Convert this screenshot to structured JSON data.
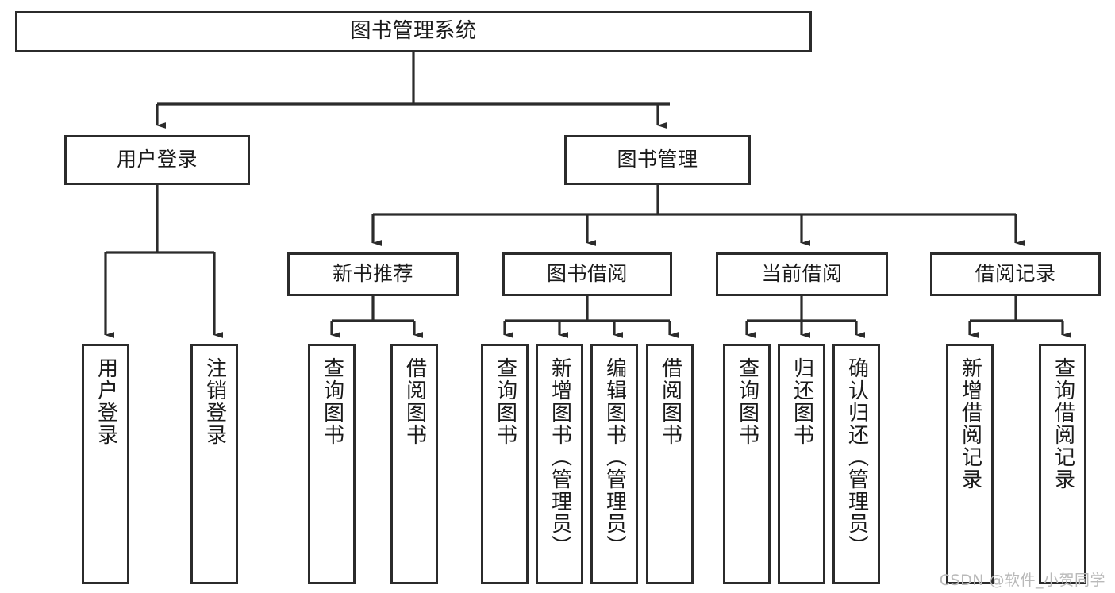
{
  "diagram": {
    "type": "tree",
    "title": "图书管理系统",
    "watermark": "CSDN @软件_小贺同学",
    "colors": {
      "box_border": "#2b2b2b",
      "box_fill": "#ffffff",
      "connector": "#2b2b2b",
      "watermark": "#b9b9b9",
      "background": "#ffffff"
    },
    "nodes": {
      "root": {
        "label": "图书管理系统",
        "level": 1,
        "orientation": "horizontal"
      },
      "l2": [
        {
          "id": "user-login",
          "label": "用户登录",
          "level": 2,
          "orientation": "horizontal"
        },
        {
          "id": "book-manage",
          "label": "图书管理",
          "level": 2,
          "orientation": "horizontal"
        }
      ],
      "l3": [
        {
          "id": "new-book-recommend",
          "label": "新书推荐",
          "level": 3,
          "orientation": "horizontal",
          "parent": "book-manage"
        },
        {
          "id": "book-borrow",
          "label": "图书借阅",
          "level": 3,
          "orientation": "horizontal",
          "parent": "book-manage"
        },
        {
          "id": "current-borrow",
          "label": "当前借阅",
          "level": 3,
          "orientation": "horizontal",
          "parent": "book-manage"
        },
        {
          "id": "borrow-record",
          "label": "借阅记录",
          "level": 3,
          "orientation": "horizontal",
          "parent": "book-manage"
        }
      ],
      "leaves": [
        {
          "id": "leaf-user-login",
          "label": "用户登录",
          "orientation": "vertical",
          "parent": "user-login"
        },
        {
          "id": "leaf-logout-login",
          "label": "注销登录",
          "orientation": "vertical",
          "parent": "user-login"
        },
        {
          "id": "leaf-query-book-1",
          "label": "查询图书",
          "orientation": "vertical",
          "parent": "new-book-recommend"
        },
        {
          "id": "leaf-borrow-book-1",
          "label": "借阅图书",
          "orientation": "vertical",
          "parent": "new-book-recommend"
        },
        {
          "id": "leaf-query-book-2",
          "label": "查询图书",
          "orientation": "vertical",
          "parent": "book-borrow"
        },
        {
          "id": "leaf-add-book",
          "label": "新增图书（管理员）",
          "orientation": "vertical",
          "parent": "book-borrow"
        },
        {
          "id": "leaf-edit-book",
          "label": "编辑图书（管理员）",
          "orientation": "vertical",
          "parent": "book-borrow"
        },
        {
          "id": "leaf-borrow-book-2",
          "label": "借阅图书",
          "orientation": "vertical",
          "parent": "book-borrow"
        },
        {
          "id": "leaf-query-book-3",
          "label": "查询图书",
          "orientation": "vertical",
          "parent": "current-borrow"
        },
        {
          "id": "leaf-return-book",
          "label": "归还图书",
          "orientation": "vertical",
          "parent": "current-borrow"
        },
        {
          "id": "leaf-confirm-return",
          "label": "确认归还（管理员）",
          "orientation": "vertical",
          "parent": "current-borrow"
        },
        {
          "id": "leaf-add-record",
          "label": "新增借阅记录",
          "orientation": "vertical",
          "parent": "borrow-record"
        },
        {
          "id": "leaf-query-record",
          "label": "查询借阅记录",
          "orientation": "vertical",
          "parent": "borrow-record"
        }
      ]
    }
  }
}
